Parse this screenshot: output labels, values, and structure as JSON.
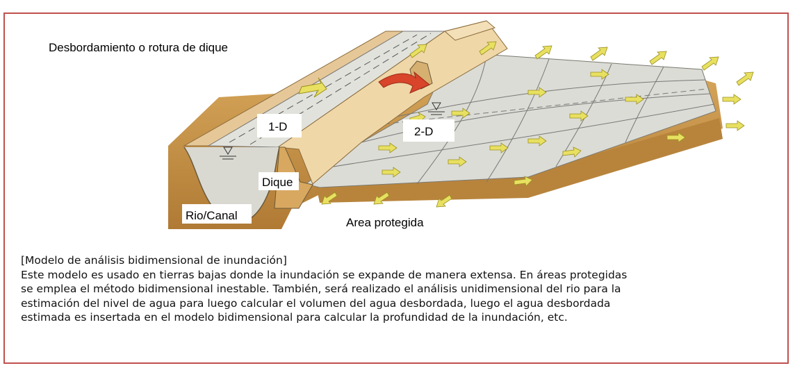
{
  "title": "Desbordamiento o rotura de dique",
  "labels": {
    "one_d": "1-D",
    "two_d": "2-D",
    "dike": "Dique",
    "river": "Rio/Canal",
    "protected_area": "Area protegida"
  },
  "caption": {
    "heading": "[Modelo de análisis bidimensional de inundación]",
    "lines": [
      "Este modelo es usado en tierras bajas donde la inundación se expande de manera extensa. En áreas protegidas",
      "se emplea el método bidimensional inestable. También, será realizado el análisis unidimensional del rio para la",
      "estimación del nivel de agua  para luego calcular el volumen del agua desbordada, luego el agua desbordada",
      "estimada es insertada en el modelo bidimensional para calcular la profundidad de la inundación, etc."
    ]
  },
  "colors": {
    "frame_border": "#c0504d",
    "flow_arrows": "#e8e060",
    "overflow_arrow": "#d8452a",
    "ground": "#c8964a",
    "plain_surface": "#dcdcd6"
  }
}
